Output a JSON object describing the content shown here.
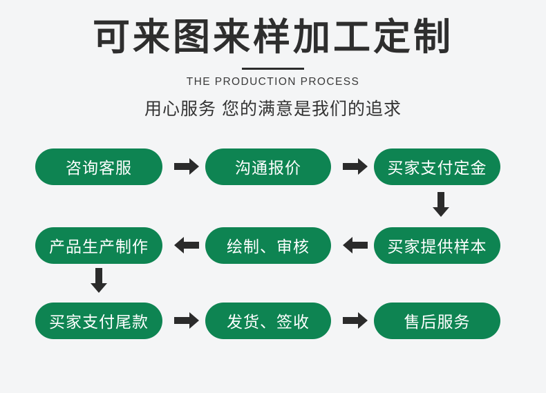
{
  "header": {
    "title": "可来图来样加工定制",
    "subtitle_en": "THE PRODUCTION PROCESS",
    "tagline": "用心服务 您的满意是我们的追求"
  },
  "colors": {
    "pill_green": "#0e8452",
    "background": "#f4f5f6",
    "arrow_dark": "#2b2b2b",
    "title_text": "#2e2e2e"
  },
  "flow": {
    "rows": [
      {
        "direction": "left-to-right",
        "steps": [
          {
            "label": "咨询客服"
          },
          {
            "label": "沟通报价"
          },
          {
            "label": "买家支付定金"
          }
        ],
        "connectors": [
          "arrow-right-icon",
          "arrow-right-icon"
        ]
      },
      {
        "direction": "right-to-left",
        "steps": [
          {
            "label": "产品生产制作"
          },
          {
            "label": "绘制、审核"
          },
          {
            "label": "买家提供样本"
          }
        ],
        "connectors": [
          "arrow-left-icon",
          "arrow-left-icon"
        ]
      },
      {
        "direction": "left-to-right",
        "steps": [
          {
            "label": "买家支付尾款"
          },
          {
            "label": "发货、签收"
          },
          {
            "label": "售后服务"
          }
        ],
        "connectors": [
          "arrow-right-icon",
          "arrow-right-icon"
        ]
      }
    ],
    "vertical_connectors": [
      {
        "name": "arrow-down-right-column",
        "icon": "arrow-down-icon"
      },
      {
        "name": "arrow-down-left-column",
        "icon": "arrow-down-icon"
      }
    ]
  }
}
